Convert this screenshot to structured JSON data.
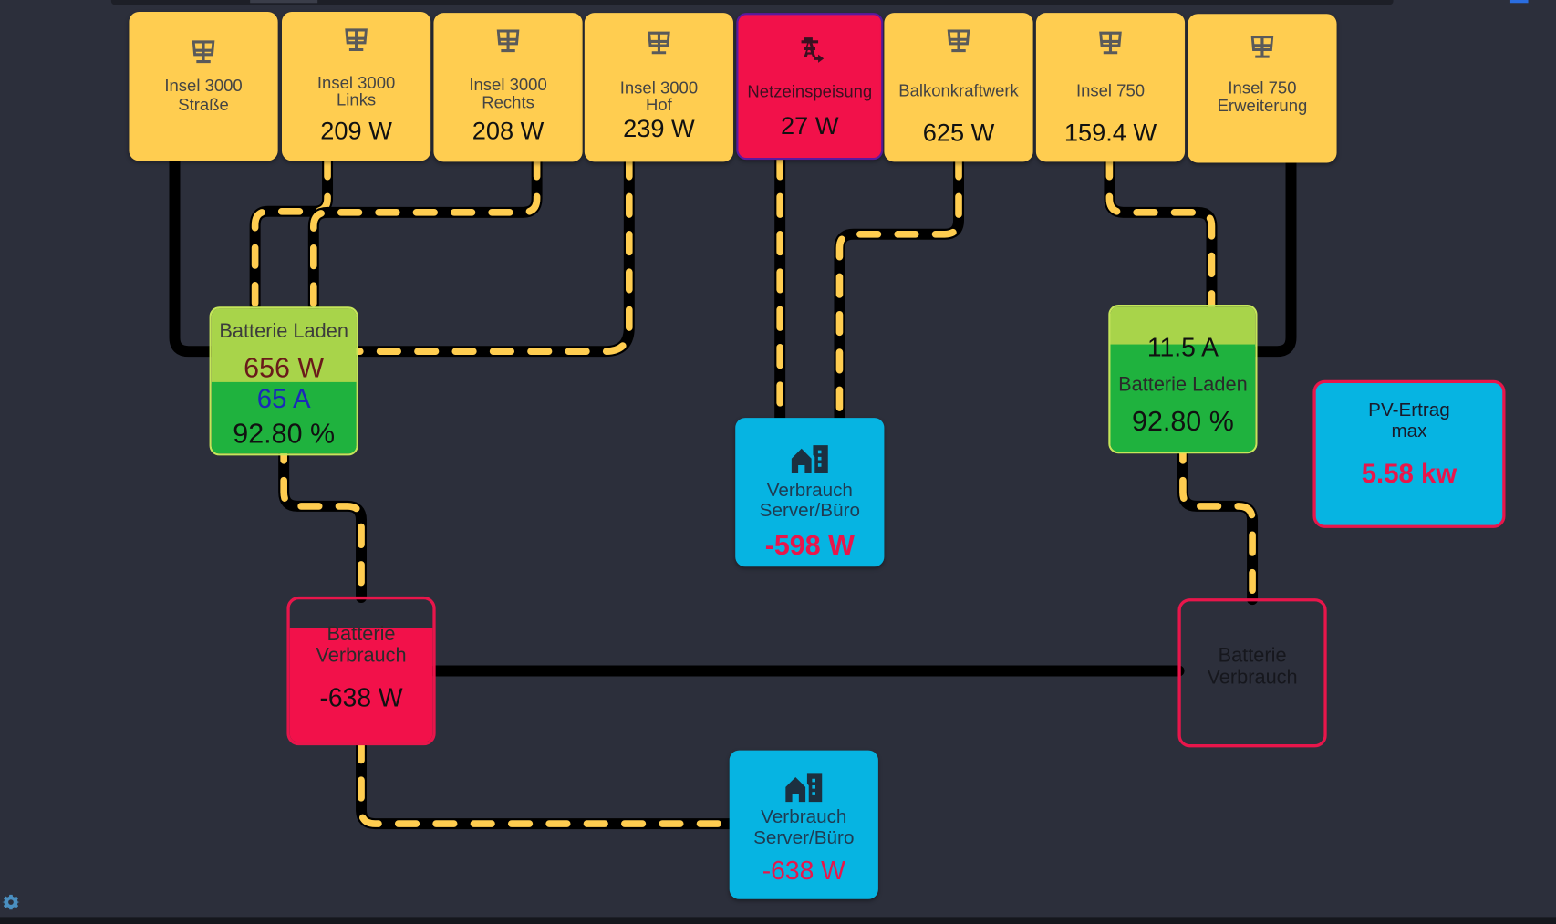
{
  "colors": {
    "background": "#2c2f3b",
    "solar_tile": "#ffcd50",
    "grid_tile": "#f2114a",
    "consumer_tile": "#06b4e2",
    "battery_light": "#a8d44a",
    "battery_dark": "#1fb23e",
    "flow_dash": "#ffcd50",
    "wire": "#000000"
  },
  "sources": [
    {
      "label1": "Insel 3000",
      "label2": "Straße",
      "value": "",
      "icon": "solar-panel-icon"
    },
    {
      "label1": "Insel 3000",
      "label2": "Links",
      "value": "209 W",
      "icon": "solar-panel-icon"
    },
    {
      "label1": "Insel 3000",
      "label2": "Rechts",
      "value": "208 W",
      "icon": "solar-panel-icon"
    },
    {
      "label1": "Insel 3000",
      "label2": "Hof",
      "value": "239 W",
      "icon": "solar-panel-icon"
    },
    {
      "label1": "Netzeinspeisung",
      "label2": "",
      "value": "27 W",
      "icon": "transmission-tower-icon"
    },
    {
      "label1": "Balkonkraftwerk",
      "label2": "",
      "value": "625 W",
      "icon": "solar-panel-icon"
    },
    {
      "label1": "Insel 750",
      "label2": "",
      "value": "159.4 W",
      "icon": "solar-panel-icon"
    },
    {
      "label1": "Insel 750",
      "label2": "Erweiterung",
      "value": "",
      "icon": "solar-panel-icon"
    }
  ],
  "battery_left": {
    "label": "Batterie Laden",
    "power": "656 W",
    "current": "65 A",
    "soc": "92.80 %"
  },
  "battery_right": {
    "label": "Batterie Laden",
    "current": "11.5 A",
    "soc": "92.80 %"
  },
  "consumer_top": {
    "label1": "Verbrauch",
    "label2": "Server/Büro",
    "value": "-598 W",
    "icon": "house-building-icon"
  },
  "consumer_bottom": {
    "label1": "Verbrauch",
    "label2": "Server/Büro",
    "value": "-638 W",
    "icon": "house-building-icon"
  },
  "battery_use_left": {
    "label1": "Batterie",
    "label2": "Verbrauch",
    "value": "-638 W",
    "fill_percent": 80
  },
  "battery_use_right": {
    "label1": "Batterie",
    "label2": "Verbrauch",
    "value": "",
    "fill_percent": 0
  },
  "pv_max": {
    "label1": "PV-Ertrag",
    "label2": "max",
    "value": "5.58 kw"
  }
}
